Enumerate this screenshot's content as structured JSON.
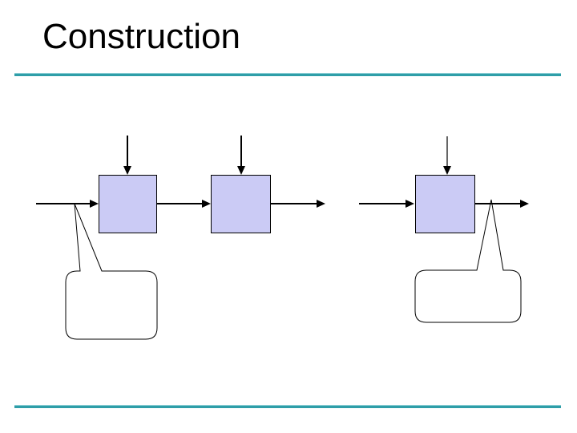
{
  "slide": {
    "title": "Construction"
  },
  "colors": {
    "background": "#FFFFFF",
    "accent": "#2F9EA8",
    "accent_light": "#8ED0D6",
    "box_fill": "#CBCBF5",
    "callout_fill": "#FFFFFF",
    "line": "#000000",
    "title_text": "#000000"
  },
  "diagram": {
    "boxes": [
      {
        "id": "process-box-1",
        "label": ""
      },
      {
        "id": "process-box-2",
        "label": ""
      },
      {
        "id": "process-box-3",
        "label": ""
      }
    ],
    "callouts": [
      {
        "id": "callout-left",
        "text": ""
      },
      {
        "id": "callout-right",
        "text": ""
      }
    ]
  }
}
